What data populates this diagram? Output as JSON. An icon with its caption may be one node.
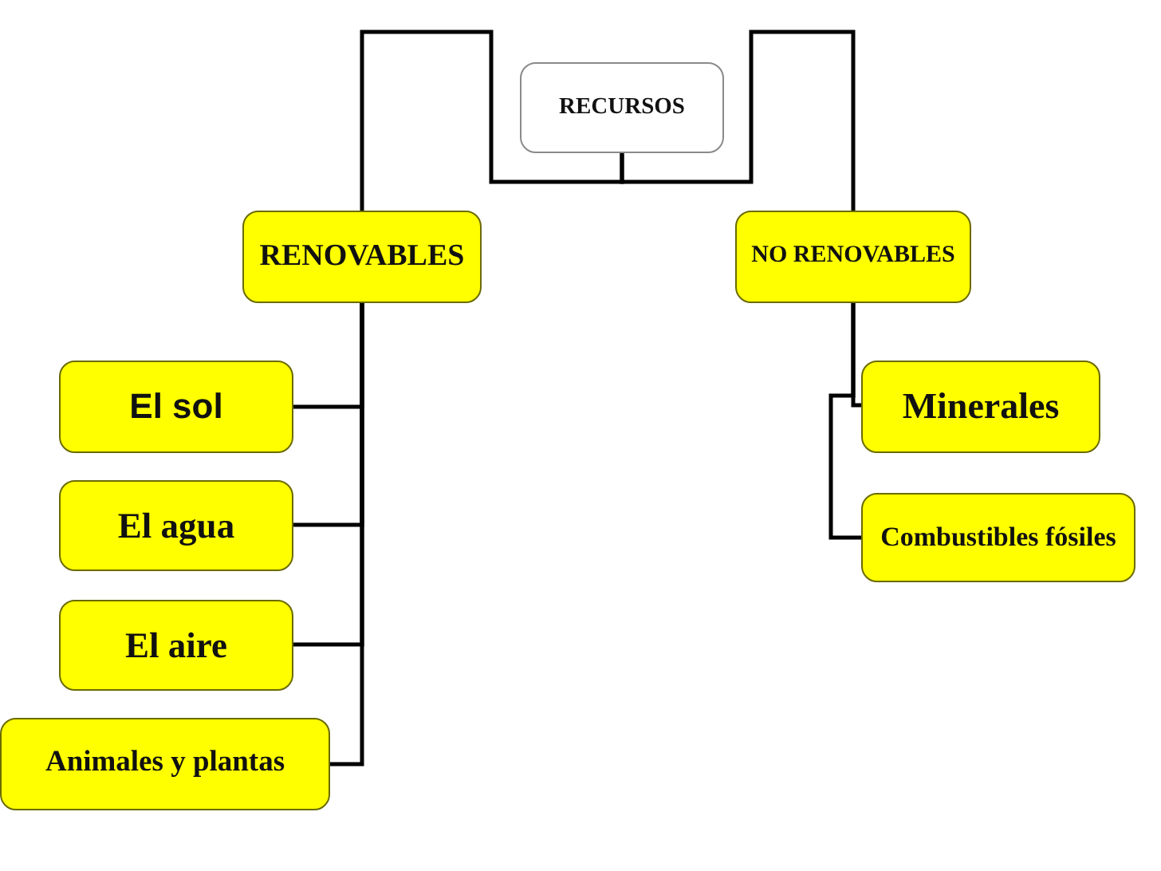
{
  "diagram": {
    "nodes": [
      {
        "text": [
          "RECURSOS"
        ]
      },
      {
        "text": [
          "RENOVABLES"
        ]
      },
      {
        "text": [
          "NO RENOVABLES"
        ]
      },
      {
        "text": [
          "El sol"
        ]
      },
      {
        "text": [
          "El agua"
        ]
      },
      {
        "text": [
          "El aire"
        ]
      },
      {
        "text": [
          "Animales y plantas"
        ]
      },
      {
        "text": [
          "Minerales"
        ]
      },
      {
        "text": [
          "Combustibles fósiles"
        ]
      }
    ],
    "edges": [
      {
        "from": 0,
        "to": 1,
        "arrow": "none"
      },
      {
        "from": 0,
        "to": 2,
        "arrow": "none"
      },
      {
        "from": 1,
        "to": 3,
        "arrow": "none"
      },
      {
        "from": 1,
        "to": 4,
        "arrow": "none"
      },
      {
        "from": 1,
        "to": 5,
        "arrow": "none"
      },
      {
        "from": 1,
        "to": 6,
        "arrow": "none"
      },
      {
        "from": 2,
        "to": 7,
        "arrow": "none"
      },
      {
        "from": 2,
        "to": 8,
        "arrow": "none"
      }
    ]
  }
}
